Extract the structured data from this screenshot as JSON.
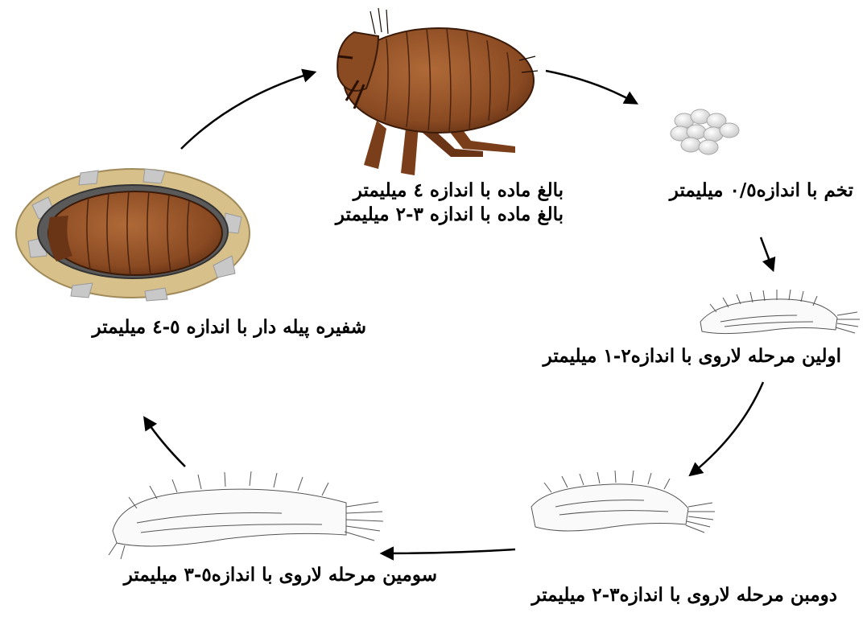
{
  "stages": {
    "adult": {
      "line1": "بالغ ماده با اندازه  ٤ میلیمتر",
      "line2": "بالغ ماده با اندازه  ٣-٢ میلیمتر"
    },
    "egg": {
      "label": "تخم با اندازه٠/٥ میلیمتر"
    },
    "larva1": {
      "label": "اولین مرحله لاروی با اندازه٢-١ میلیمتر"
    },
    "larva2": {
      "label": "دومبن مرحله لاروی با اندازه٣-٢ میلیمتر"
    },
    "larva3": {
      "label": "سومین مرحله لاروی با اندازه٥-٣ میلیمتر"
    },
    "pupa": {
      "label": "شفیره پیله دار  با اندازه ٥-٤ میلیمتر"
    }
  },
  "colors": {
    "flea_body": "#8a4a22",
    "flea_dark": "#4a2410",
    "cocoon_sand": "#d8c08a",
    "cocoon_gray": "#c8c8c8",
    "egg": "#e4e4e4",
    "larva_line": "#555555",
    "arrow": "#000000"
  },
  "icons": {
    "adult": "flea-adult-icon",
    "egg": "egg-cluster-icon",
    "larva": "larva-icon",
    "pupa": "pupa-cocoon-icon"
  }
}
